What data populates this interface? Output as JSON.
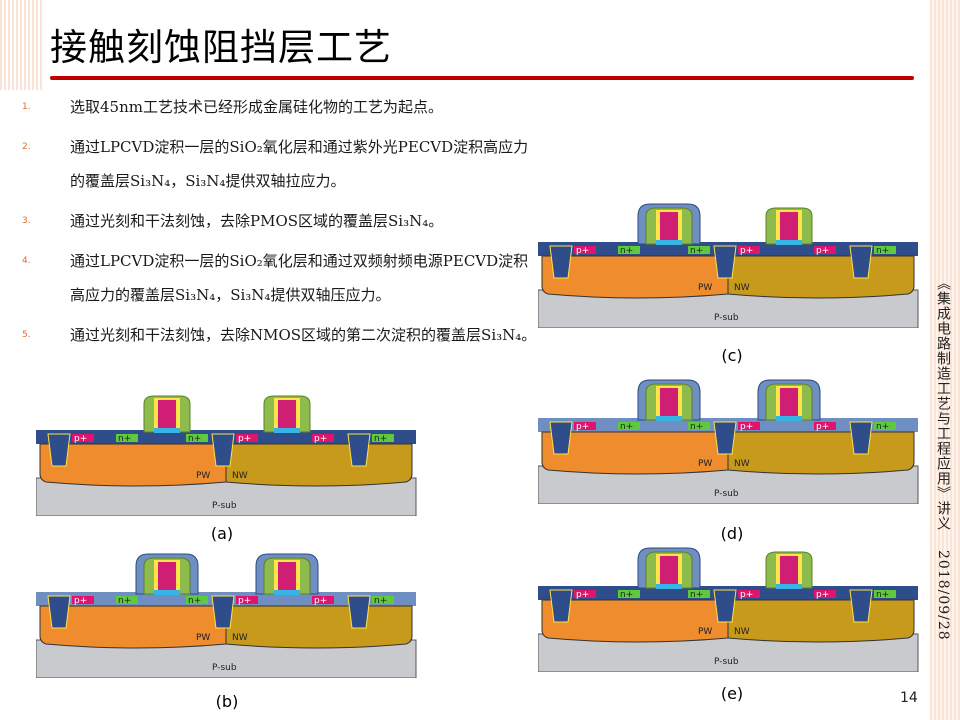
{
  "slide": {
    "title": "接触刻蚀阻挡层工艺",
    "page_number": "14",
    "side_title": "《集成电路制造工艺与工程应用》讲义",
    "side_date": "2018/09/28"
  },
  "steps": [
    {
      "num": "1.",
      "text": "选取45nm工艺技术已经形成金属硅化物的工艺为起点。"
    },
    {
      "num": "2.",
      "text": "通过LPCVD淀积一层的SiO₂氧化层和通过紫外光PECVD淀积高应力的覆盖层Si₃N₄，Si₃N₄提供双轴拉应力。"
    },
    {
      "num": "3.",
      "text": "通过光刻和干法刻蚀，去除PMOS区域的覆盖层Si₃N₄。"
    },
    {
      "num": "4.",
      "text": "通过LPCVD淀积一层的SiO₂氧化层和通过双频射频电源PECVD淀积高应力的覆盖层Si₃N₄，Si₃N₄提供双轴压应力。"
    },
    {
      "num": "5.",
      "text": "通过光刻和干法刻蚀，去除NMOS区域的第二次淀积的覆盖层Si₃N₄。"
    }
  ],
  "diagram_labels": {
    "p_plus": "p+",
    "n_plus": "n+",
    "pw": "PW",
    "nw": "NW",
    "psub": "P-sub"
  },
  "figures": [
    {
      "label": "(a)",
      "cap": "none"
    },
    {
      "label": "(b)",
      "cap": "both"
    },
    {
      "label": "(c)",
      "cap": "left"
    },
    {
      "label": "(d)",
      "cap": "both"
    },
    {
      "label": "(e)",
      "cap": "left"
    }
  ],
  "colors": {
    "accent_rule": "#c00000",
    "step_number": "#e36c2b",
    "substrate": "#c9cace",
    "p_well": "#ef8c2e",
    "n_well": "#c79a1c",
    "sti": "#2e4d8a",
    "p_plus": "#e0146c",
    "n_plus": "#5ec93c",
    "gate": "#cf1e73",
    "spacer": "#8dbb4c",
    "cap_layer": "#6f8fc2"
  }
}
